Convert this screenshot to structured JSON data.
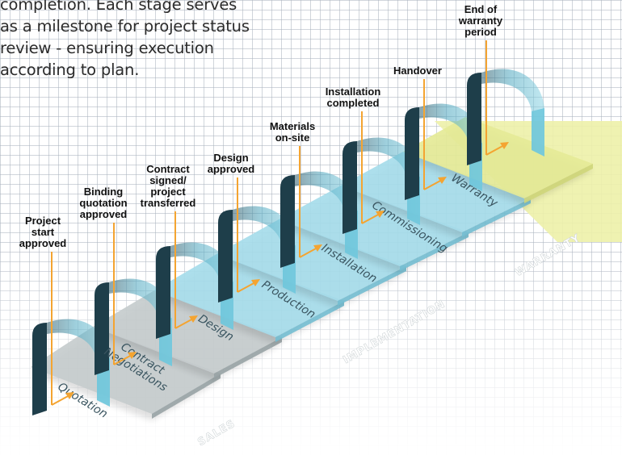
{
  "intro": {
    "lines": [
      "completion. Each stage serves",
      "as a milestone for project status",
      "review - ensuring execution",
      "according to plan."
    ]
  },
  "milestones": [
    {
      "lines": [
        "Project",
        "start",
        "approved"
      ]
    },
    {
      "lines": [
        "Binding",
        "quotation",
        "approved"
      ]
    },
    {
      "lines": [
        "Contract",
        "signed/",
        "project",
        "transferred"
      ]
    },
    {
      "lines": [
        "Design",
        "approved"
      ]
    },
    {
      "lines": [
        "Materials",
        "on-site"
      ]
    },
    {
      "lines": [
        "Installation",
        "completed"
      ]
    },
    {
      "lines": [
        "Handover"
      ]
    },
    {
      "lines": [
        "End of",
        "warranty",
        "period"
      ]
    }
  ],
  "stages": [
    {
      "label": "Quotation",
      "phase": "sales"
    },
    {
      "label": "Contract Negotiations",
      "lines": [
        "Contract",
        "Negotiations"
      ],
      "phase": "sales"
    },
    {
      "label": "Design",
      "phase": "implementation"
    },
    {
      "label": "Production",
      "phase": "implementation"
    },
    {
      "label": "Installation",
      "phase": "implementation"
    },
    {
      "label": "Commissioning",
      "phase": "implementation"
    },
    {
      "label": "Warranty",
      "phase": "warranty"
    }
  ],
  "phases": {
    "sales": "SALES",
    "implementation": "IMPLEMENTATION",
    "warranty": "WARRANTY"
  },
  "colors": {
    "sales_platform": "#c5cccd",
    "sales_side": "#98a3a5",
    "impl_platform": "#a6dcea",
    "impl_side": "#74bed2",
    "warranty_platform": "#e5ea97",
    "warranty_plane": "#edf1a8",
    "gate_dark": "#1e3e4a",
    "gate_light": "#6ec7dc",
    "orange": "#f4a431",
    "label_text": "#111111",
    "stage_text": "#3a5560",
    "phase_text": "#ffffff"
  }
}
